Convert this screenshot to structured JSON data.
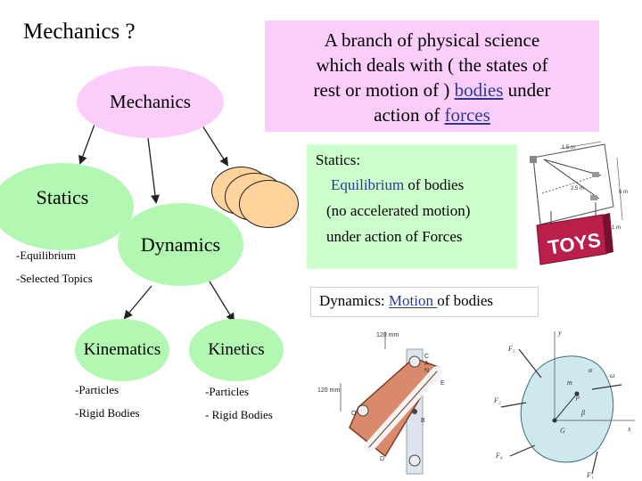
{
  "title": "Mechanics ?",
  "definition": {
    "line1": "A branch of physical science",
    "line2": "which deals with ( the states of",
    "line3_pre": "rest or motion of ) ",
    "line3_link": "bodies",
    "line3_post": " under",
    "line4_pre": "action of ",
    "line4_link": "forces"
  },
  "nodes": {
    "mechanics": "Mechanics",
    "statics": "Statics",
    "dynamics": "Dynamics",
    "kinematics": "Kinematics",
    "kinetics": "Kinetics"
  },
  "statics_sub": {
    "item1": "-Equilibrium",
    "item2": "-Selected Topics"
  },
  "kinematics_items": [
    "-Particles",
    "-Rigid Bodies"
  ],
  "kinetics_items": [
    "-Particles",
    "- Rigid Bodies"
  ],
  "statics_box": {
    "heading": "Statics:",
    "line1_link": "Equilibrium",
    "line1_post": " of bodies",
    "line2": "(no accelerated motion)",
    "line3": "under action of Forces"
  },
  "dynamics_box": {
    "pre": "Dynamics:  ",
    "link": "Motion ",
    "post": "of bodies"
  },
  "figure_statics": {
    "sign_text": "TOYS",
    "dims": [
      "1.5 m",
      "2.5 m",
      "1 m",
      "6 m"
    ]
  },
  "figure_mechanism": {
    "dims": [
      "120 mm",
      "120 mm"
    ],
    "labels": [
      "C",
      "A",
      "N",
      "E",
      "O",
      "B",
      "D"
    ]
  },
  "figure_rigid_body": {
    "labels": [
      "F₃",
      "F₂",
      "F₄",
      "F₁",
      "ω",
      "α",
      "G",
      "x",
      "y",
      "m",
      "ρ",
      "β"
    ]
  },
  "colors": {
    "pink": "#fbcdfb",
    "green": "#b2f8b2",
    "torus": "#ffd39b",
    "link": "#2a3a8f"
  }
}
